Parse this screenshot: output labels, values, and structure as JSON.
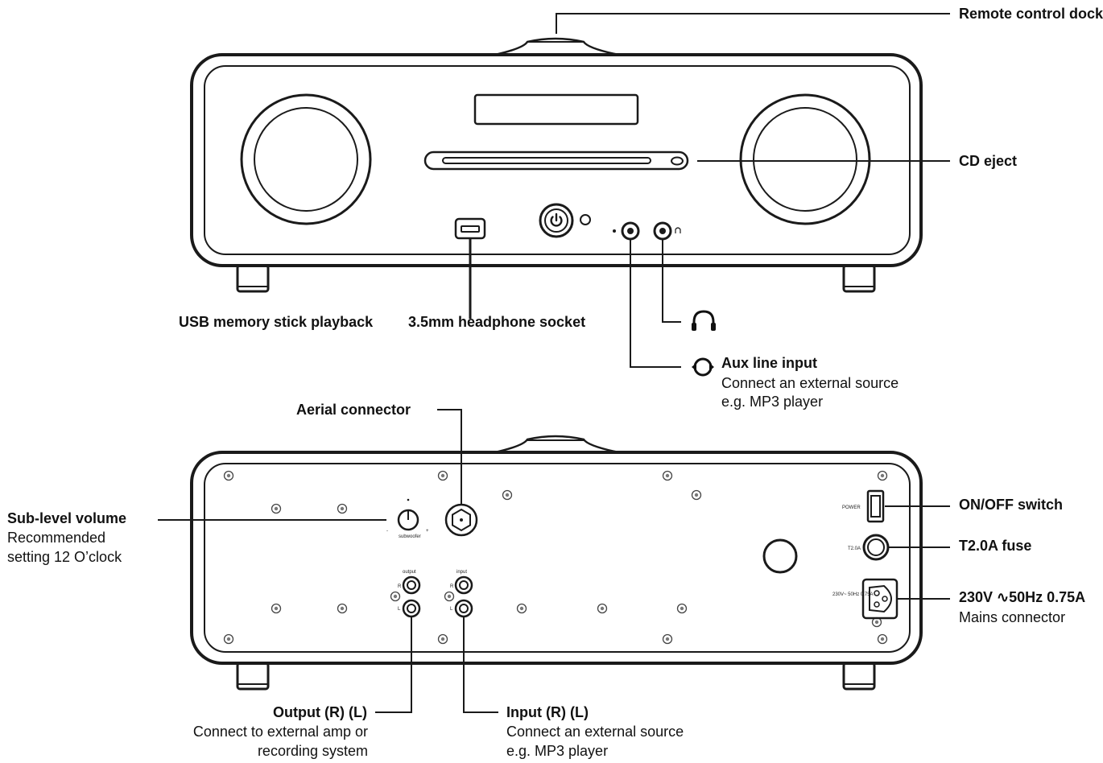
{
  "labels": {
    "remote_control_dock": "Remote control dock",
    "cd_eject": "CD eject",
    "usb_playback": "USB memory stick playback",
    "headphone_socket": "3.5mm headphone socket",
    "aux_title": "Aux line input",
    "aux_line1": "Connect an external source",
    "aux_line2": "e.g. MP3 player",
    "aerial_connector": "Aerial connector",
    "sub_level_title": "Sub-level volume",
    "sub_level_line1": "Recommended",
    "sub_level_line2": "setting 12 O’clock",
    "on_off_switch": "ON/OFF switch",
    "fuse": "T2.0A fuse",
    "mains_title": "230V ∿50Hz 0.75A",
    "mains_subtitle": "Mains connector",
    "output_title": "Output (R) (L)",
    "output_line1": "Connect to external amp or",
    "output_line2": "recording system",
    "input_title": "Input (R) (L)",
    "input_line1": "Connect an external source",
    "input_line2": "e.g. MP3 player"
  },
  "panel_marks": {
    "output": "output",
    "input": "input",
    "r": "R",
    "l": "L",
    "power": "POWER",
    "fuse_rating": "T2.0A",
    "subwoofer": "subwoofer",
    "plus": "+",
    "minus": "-",
    "mains_rating": "230V~ 50Hz 0.75A"
  },
  "icons": [
    "headphone-icon",
    "aux-input-icon",
    "power-icon"
  ]
}
